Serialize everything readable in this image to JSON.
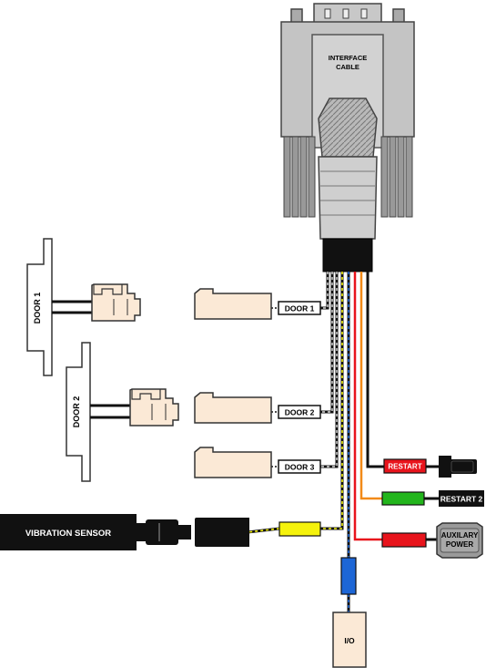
{
  "connector": {
    "label_line1": "INTERFACE",
    "label_line2": "CABLE"
  },
  "doors": [
    {
      "panel_label": "DOOR 1",
      "tag": "DOOR 1"
    },
    {
      "panel_label": "DOOR 2",
      "tag": "DOOR 2"
    },
    {
      "tag": "DOOR 3"
    }
  ],
  "restart": {
    "fuse_label": "RESTART",
    "connector_label": "RESTART 2"
  },
  "auxiliary": {
    "line1": "AUXILARY",
    "line2": "POWER"
  },
  "vibration_sensor": {
    "label": "VIBRATION SENSOR"
  },
  "io": {
    "label": "I/O"
  },
  "colors": {
    "cream": "#fbe9d6",
    "restart_red": "#e8141c",
    "green": "#22b51c",
    "yellow": "#f5f20c",
    "blue": "#1d66d6",
    "orange": "#f28a18",
    "connector_grey": "#c4c4c4"
  }
}
